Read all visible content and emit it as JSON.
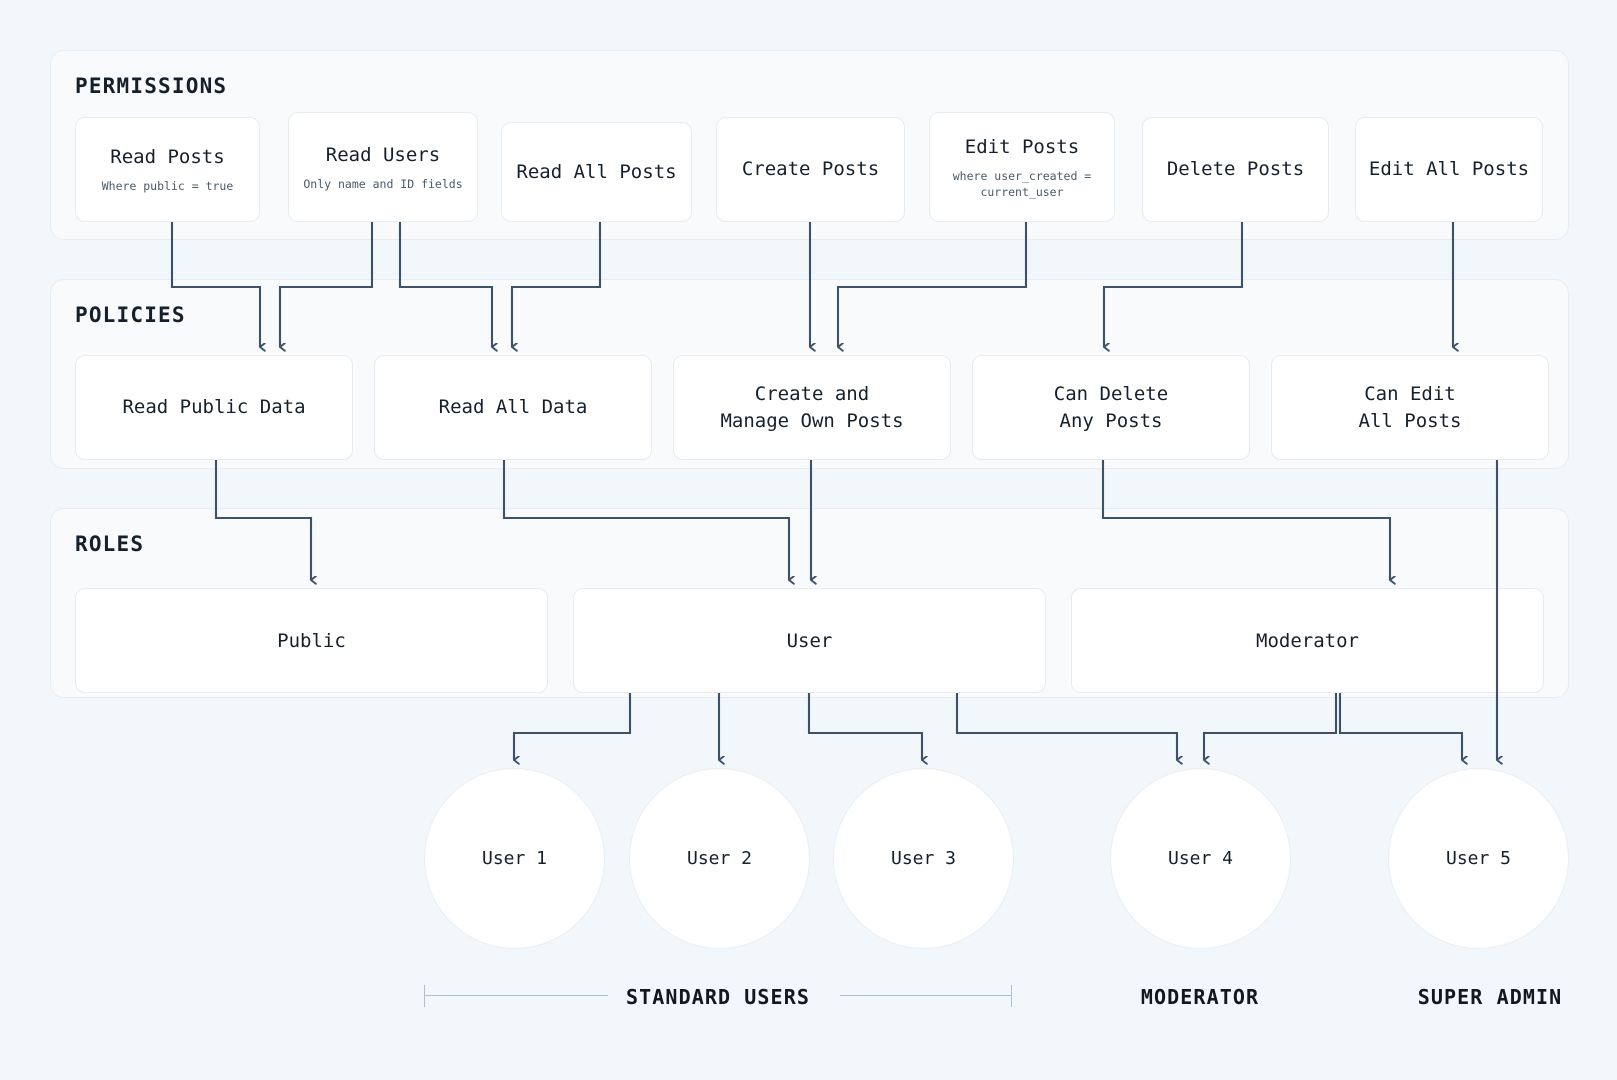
{
  "diagram": {
    "title": "Permissions Policies Roles Users hierarchy",
    "accent_line_color": "#3d5168",
    "background": "#f2f7fb",
    "band_background": "#f8fafc",
    "card_background": "#ffffff"
  },
  "bands": [
    {
      "name": "permissions",
      "label": "PERMISSIONS"
    },
    {
      "name": "policies",
      "label": "POLICIES"
    },
    {
      "name": "roles",
      "label": "ROLES"
    }
  ],
  "permissions": [
    {
      "title": "Read Posts",
      "sub": "Where public = true"
    },
    {
      "title": "Read Users",
      "sub": "Only name and ID fields"
    },
    {
      "title": "Read All Posts",
      "sub": ""
    },
    {
      "title": "Create Posts",
      "sub": ""
    },
    {
      "title": "Edit Posts",
      "sub": "where user_created =\ncurrent_user"
    },
    {
      "title": "Delete Posts",
      "sub": ""
    },
    {
      "title": "Edit All Posts",
      "sub": ""
    }
  ],
  "policies": [
    {
      "title": "Read Public Data"
    },
    {
      "title": "Read All Data"
    },
    {
      "title": "Create and\nManage Own Posts"
    },
    {
      "title": "Can Delete\nAny Posts"
    },
    {
      "title": "Can Edit\nAll Posts"
    }
  ],
  "roles": [
    {
      "title": "Public"
    },
    {
      "title": "User"
    },
    {
      "title": "Moderator"
    }
  ],
  "users": [
    {
      "title": "User 1"
    },
    {
      "title": "User 2"
    },
    {
      "title": "User 3"
    },
    {
      "title": "User 4"
    },
    {
      "title": "User 5"
    }
  ],
  "group_labels": [
    {
      "name": "standard-users",
      "label": "STANDARD USERS"
    },
    {
      "name": "moderator",
      "label": "MODERATOR"
    },
    {
      "name": "super-admin",
      "label": "SUPER ADMIN"
    }
  ]
}
